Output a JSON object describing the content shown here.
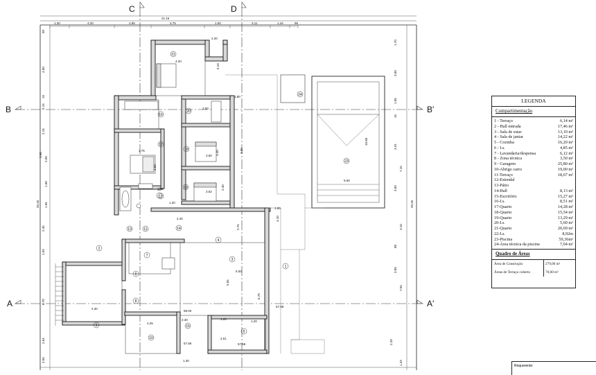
{
  "section_markers": {
    "top": [
      "C",
      "D"
    ],
    "left_b": "B",
    "right_b": "B'",
    "left_a": "A",
    "right_a": "A'"
  },
  "top_dims": {
    "total": "21.16",
    "segments": [
      "1.30",
      "4.20",
      "2.95",
      "3.75",
      "1.50",
      "3.11",
      "1.44",
      "96"
    ]
  },
  "left_dims": [
    "50",
    "4.60",
    "15",
    "1.15",
    "2.15",
    "3.96",
    "2.50",
    "1.60",
    "1.65",
    "2.45",
    "1.59",
    "6.70",
    "2.64",
    "2.04"
  ],
  "left_total": "20.45",
  "right_dims": [
    "1.70",
    "3.60",
    "1.05",
    "15",
    "3.91",
    "7.15",
    "3.60",
    "3.10",
    "88",
    "3.00",
    "7.04",
    "2.20",
    "1.33"
  ],
  "right_total": "20.45",
  "room_dims": [
    "4.20",
    "5.10",
    "2.20",
    "2.50",
    "3.75",
    "3.60",
    "3.60",
    "3.62",
    "1.20",
    "2.40",
    "2.75",
    "5.00",
    "5.84",
    "6.70",
    "4.30",
    "4.25",
    "2.30",
    "1.20",
    "1.20",
    "2.51",
    "5.60",
    "10.60",
    "4.10",
    "1.30",
    "1.00",
    "1.80",
    "3.30",
    "3.40",
    "2.40",
    "58.00",
    "57.58",
    "57.88",
    "57.58"
  ],
  "room_numbers": [
    "1",
    "2",
    "3",
    "4",
    "5",
    "6",
    "7",
    "8",
    "9",
    "10",
    "11",
    "12",
    "13",
    "14",
    "15",
    "16",
    "17",
    "18",
    "19",
    "20",
    "21",
    "22",
    "23",
    "24"
  ],
  "legend": {
    "title": "LEGENDA",
    "subtitle": "Compartimentação",
    "items": [
      {
        "label": "1 - Terraço",
        "area": "6,14 m²"
      },
      {
        "label": "2 - Hall entrada",
        "area": "17,46 m²"
      },
      {
        "label": "3 - Sala de estar",
        "area": "13,10 m²"
      },
      {
        "label": "4 - Sala de jantar",
        "area": "14,22 m²"
      },
      {
        "label": "5 - Cozinha",
        "area": "16,20 m²"
      },
      {
        "label": "6 - I.s.",
        "area": "4,85 m²"
      },
      {
        "label": "7 - Lavandaria/despensa",
        "area": "6,12 m²"
      },
      {
        "label": "8 - Zona técnica",
        "area": "3,50 m²"
      },
      {
        "label": "9 - Garagem",
        "area": "25,80 m²"
      },
      {
        "label": "10-Abrigo carro",
        "area": "19,00 m²"
      },
      {
        "label": "11-Terraço",
        "area": "18,67 m²"
      },
      {
        "label": "12-Estendal",
        "area": ""
      },
      {
        "label": "13-Pátio",
        "area": ""
      },
      {
        "label": "14-Hall",
        "area": "8,13 m²"
      },
      {
        "label": "15-Escritório",
        "area": "15,27 m²"
      },
      {
        "label": "16-I.s.",
        "area": "8,51 m²"
      },
      {
        "label": "17-Quarto",
        "area": "14,28 m²"
      },
      {
        "label": "18-Quarto",
        "area": "15,54 m²"
      },
      {
        "label": "19-Quarto",
        "area": "13,29 m²"
      },
      {
        "label": "20-I.s.",
        "area": "5,60 m²"
      },
      {
        "label": "21-Quarto",
        "area": "20,69 m²"
      },
      {
        "label": "22-I.s.",
        "area": "8,92m"
      },
      {
        "label": "23-Piscina",
        "area": "59,36m²"
      },
      {
        "label": "24-Área técnica da piscina",
        "area": "7,04 m²"
      }
    ],
    "areas_title": "Quadro de Áreas",
    "areas": [
      {
        "label": "Área de Construção",
        "value": "279,00 m²"
      },
      {
        "label": "Áreas de Terraço coberto",
        "value": "70,00 m²"
      }
    ]
  },
  "requerente_label": "Requerente:"
}
